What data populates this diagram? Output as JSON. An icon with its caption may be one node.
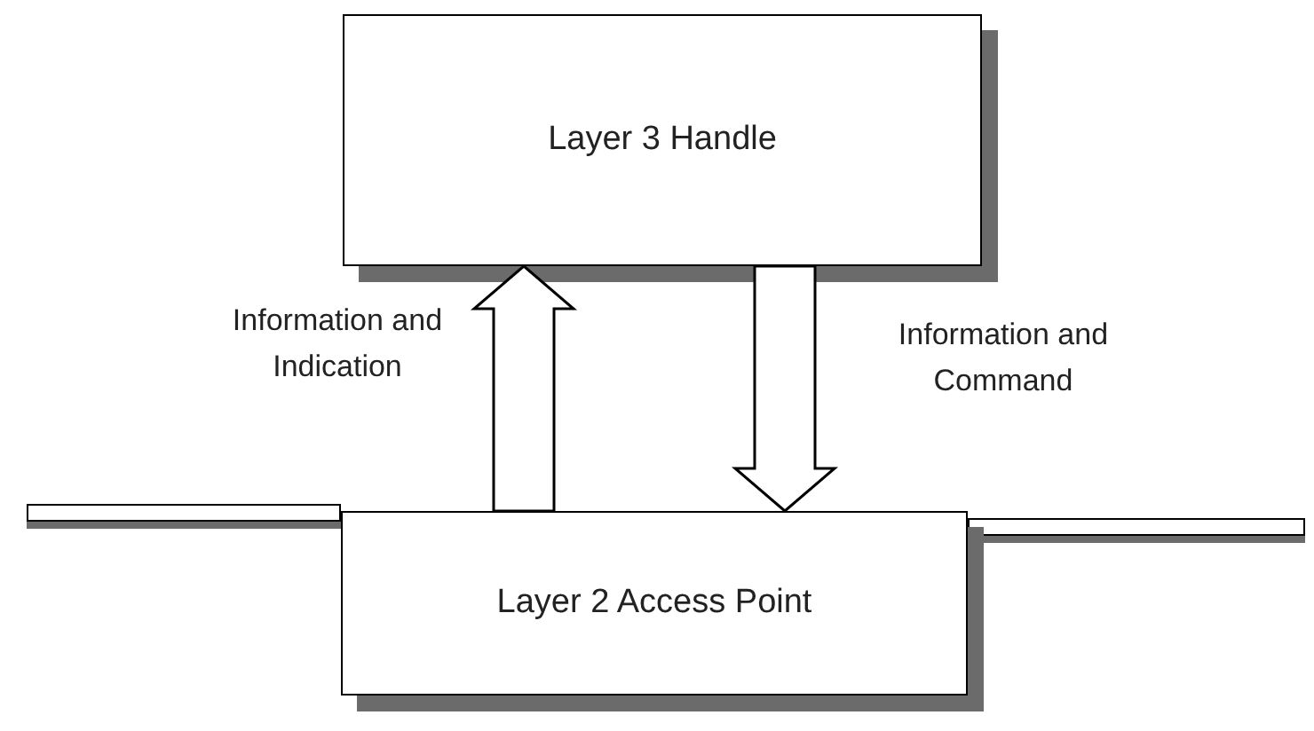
{
  "diagram": {
    "nodes": [
      {
        "text": [
          "Layer 3 Handle"
        ]
      },
      {
        "text": [
          "Layer 2 Access Point"
        ]
      }
    ],
    "edges": [
      {
        "from": 1,
        "to": 0,
        "arrow": "to",
        "style": "thick",
        "label": "Information and Indication"
      },
      {
        "from": 0,
        "to": 1,
        "arrow": "to",
        "style": "thick",
        "label": "Information and Command"
      }
    ]
  }
}
